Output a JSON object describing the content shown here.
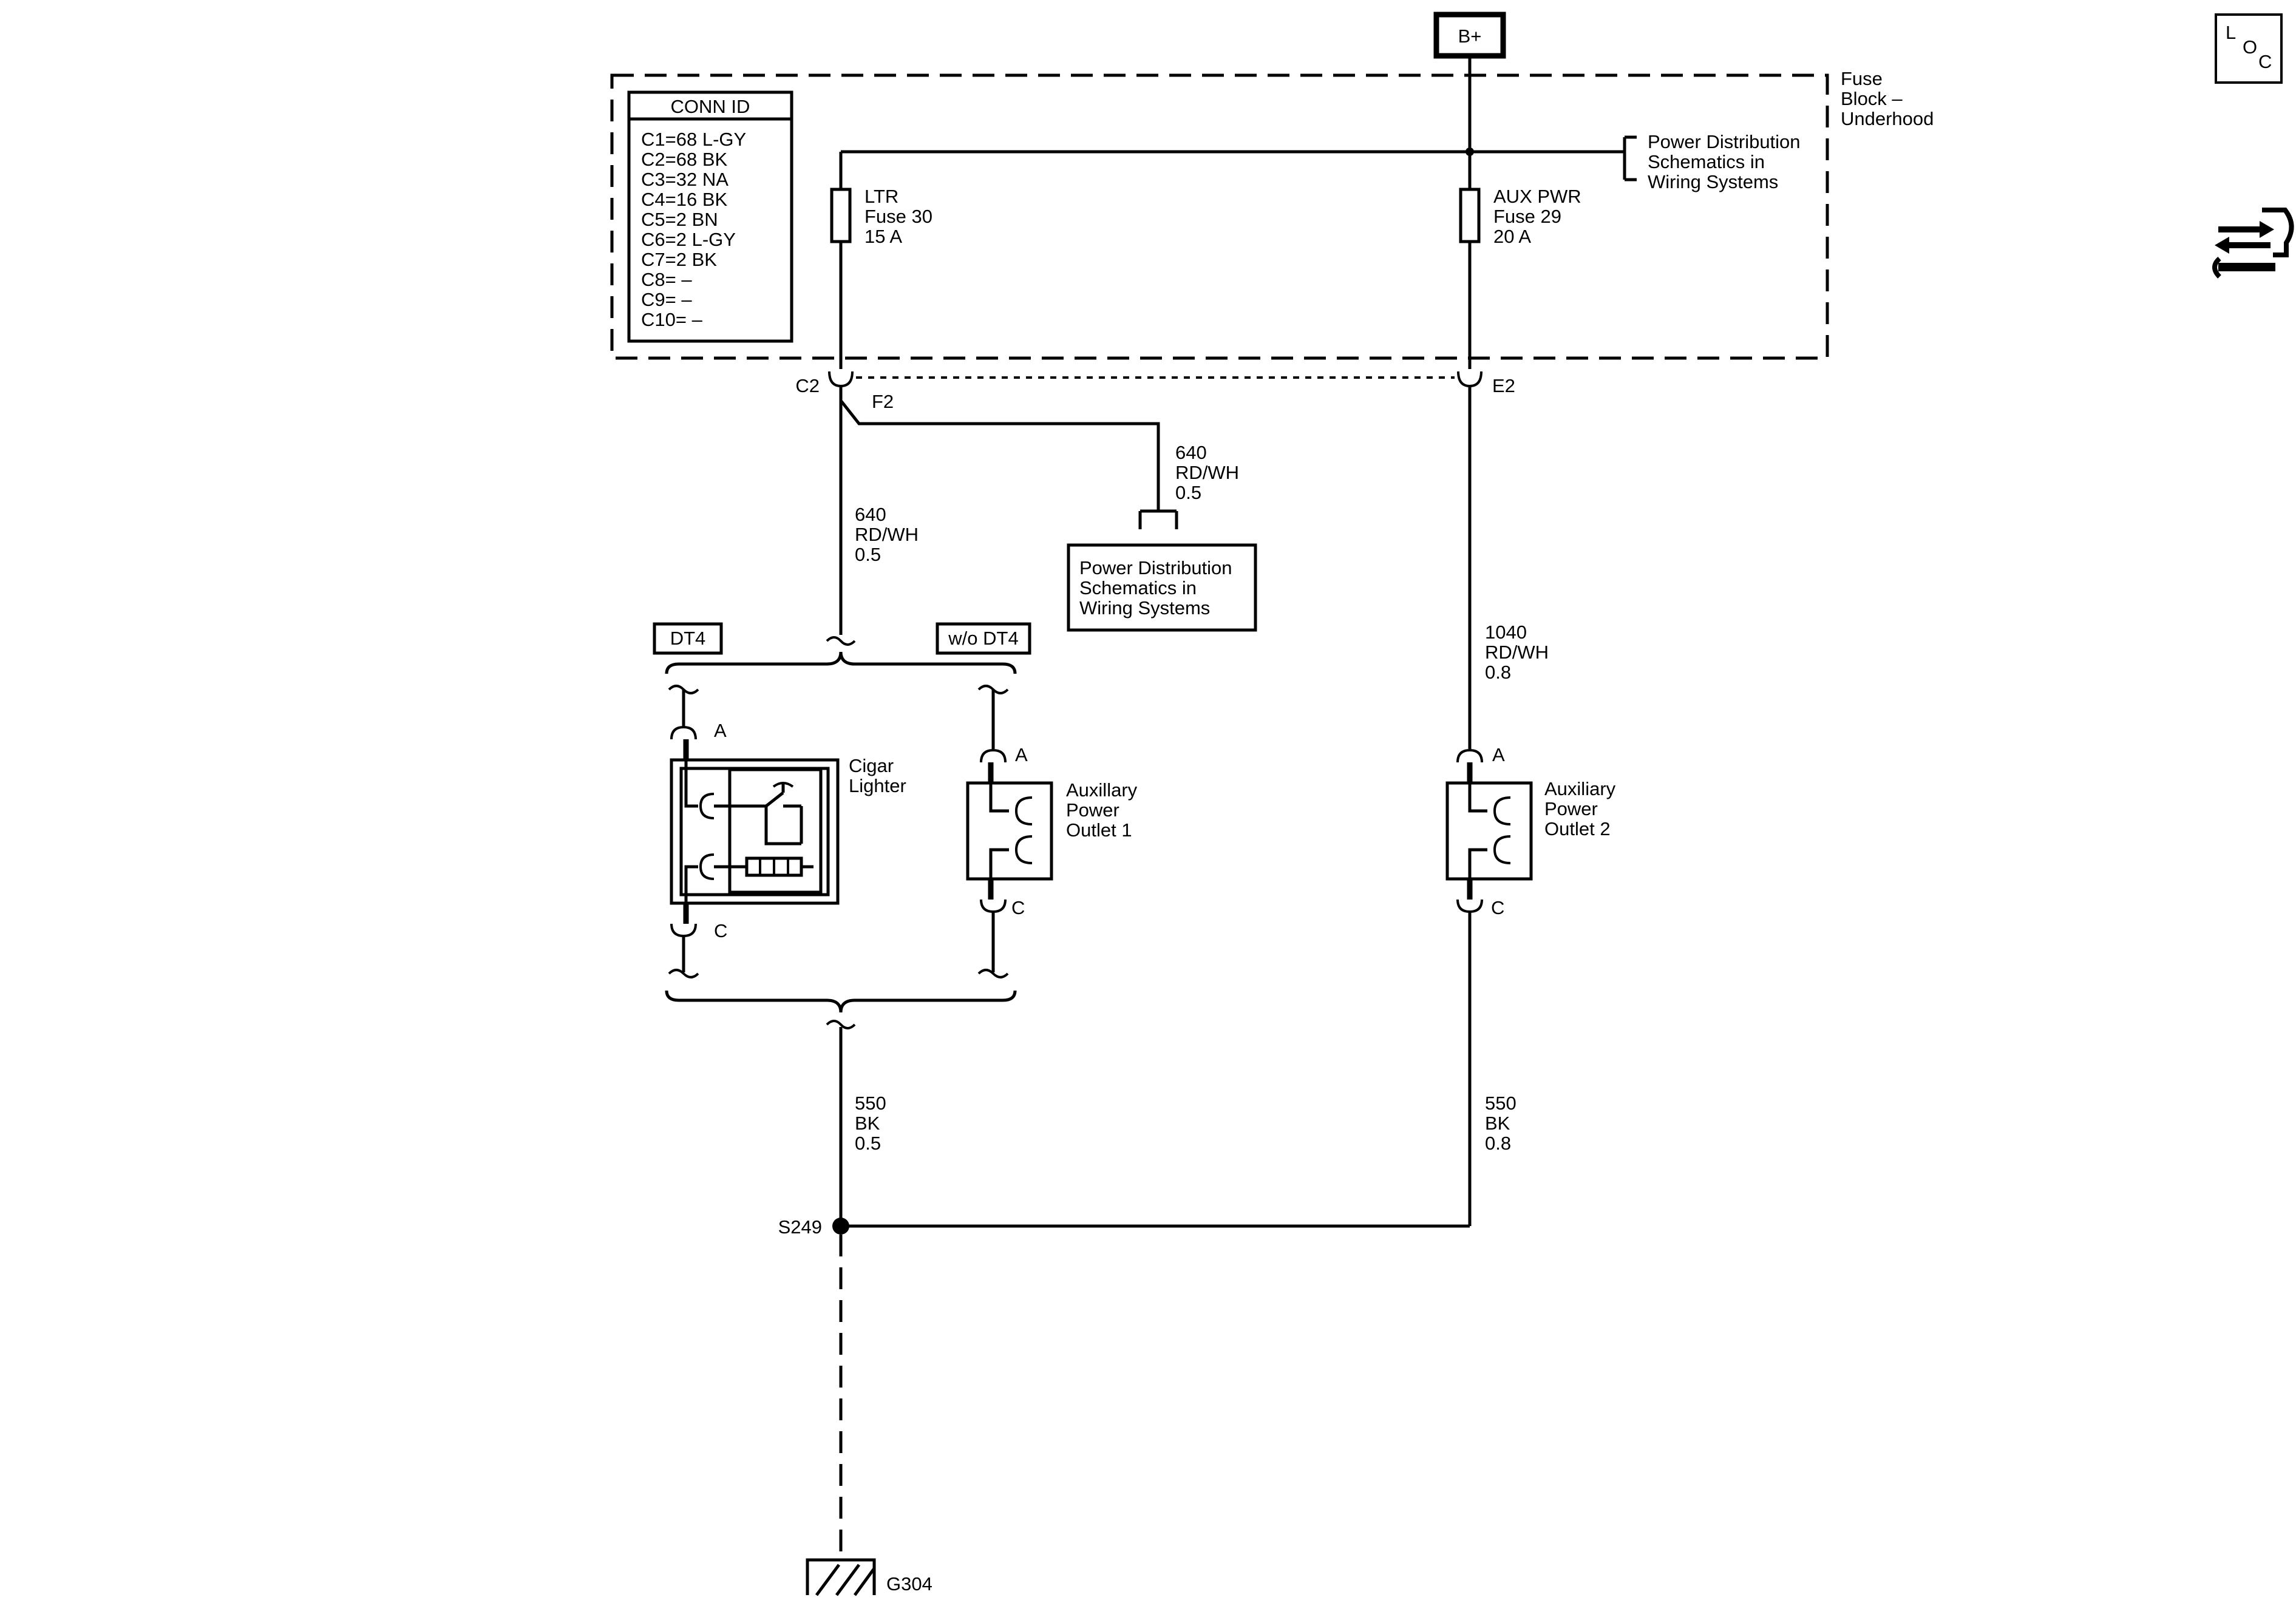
{
  "power_source": "B+",
  "fuse_block": {
    "label_lines": [
      "Fuse",
      "Block –",
      "Underhood"
    ]
  },
  "conn_id": {
    "header": "CONN ID",
    "rows": [
      "C1=68 L-GY",
      "C2=68 BK",
      "C3=32 NA",
      "C4=16 BK",
      "C5=2 BN",
      "C6=2 L-GY",
      "C7=2 BK",
      "C8= –",
      "C9= –",
      "C10= –"
    ]
  },
  "power_dist_ref_top": [
    "Power Distribution",
    "Schematics in",
    "Wiring Systems"
  ],
  "power_dist_ref_mid": [
    "Power Distribution",
    "Schematics in",
    "Wiring Systems"
  ],
  "fuse_ltr": [
    "LTR",
    "Fuse 30",
    "15 A"
  ],
  "fuse_aux": [
    "AUX PWR",
    "Fuse 29",
    "20 A"
  ],
  "connectors": {
    "c2": "C2",
    "e2": "E2",
    "f2": "F2"
  },
  "wire_640_branch": [
    "640",
    "RD/WH",
    "0.5"
  ],
  "wire_640_main": [
    "640",
    "RD/WH",
    "0.5"
  ],
  "wire_1040": [
    "1040",
    "RD/WH",
    "0.8"
  ],
  "wire_550_left": [
    "550",
    "BK",
    "0.5"
  ],
  "wire_550_right": [
    "550",
    "BK",
    "0.8"
  ],
  "options": {
    "with": "DT4",
    "without": "w/o DT4"
  },
  "cigar_lighter": [
    "Cigar",
    "Lighter"
  ],
  "aux_outlet_1": [
    "Auxillary",
    "Power",
    "Outlet 1"
  ],
  "aux_outlet_2": [
    "Auxiliary",
    "Power",
    "Outlet 2"
  ],
  "pins": {
    "a": "A",
    "c": "C"
  },
  "splice": "S249",
  "ground": "G304",
  "loc_icon": {
    "l": "L",
    "o": "O",
    "c": "C"
  }
}
